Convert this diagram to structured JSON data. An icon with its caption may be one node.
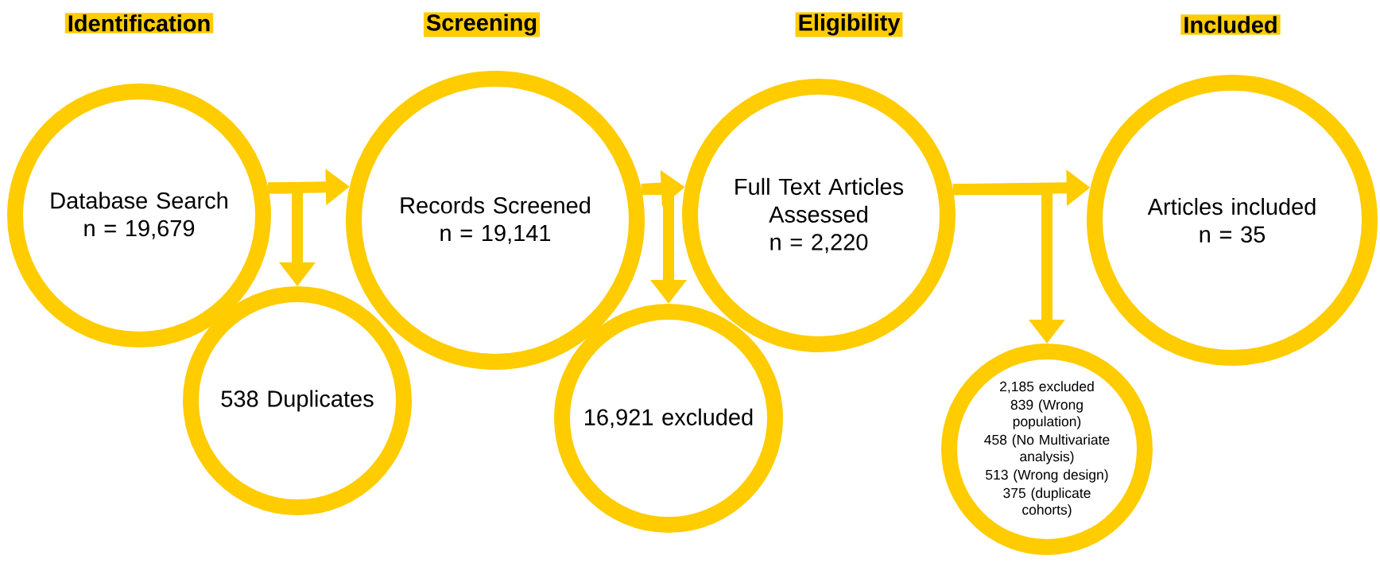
{
  "diagram": {
    "nodes": [
      {
        "text": [
          "Database Search",
          "n = 19,679"
        ]
      },
      {
        "text": [
          "538 Duplicates"
        ]
      },
      {
        "text": [
          "Records Screened",
          "n = 19,141"
        ]
      },
      {
        "text": [
          "16,921 excluded"
        ]
      },
      {
        "text": [
          "Full Text Articles Assessed",
          "n = 2,220"
        ]
      },
      {
        "text": [
          "2,185 excluded",
          "839 (Wrong population)",
          "458 (No Multivariate analysis)",
          "513 (Wrong design)",
          "375 (duplicate cohorts)"
        ]
      },
      {
        "text": [
          "Articles included",
          "n = 35"
        ]
      }
    ],
    "edges": [
      {
        "from": 0,
        "to": 2,
        "arrow": "to"
      },
      {
        "from": 0,
        "to": 1,
        "arrow": "to"
      },
      {
        "from": 2,
        "to": 4,
        "arrow": "to"
      },
      {
        "from": 2,
        "to": 3,
        "arrow": "to"
      },
      {
        "from": 4,
        "to": 6,
        "arrow": "to"
      },
      {
        "from": 4,
        "to": 5,
        "arrow": "to"
      }
    ],
    "labels": [
      "Identification",
      "Screening",
      "Eligibility",
      "Included"
    ]
  }
}
